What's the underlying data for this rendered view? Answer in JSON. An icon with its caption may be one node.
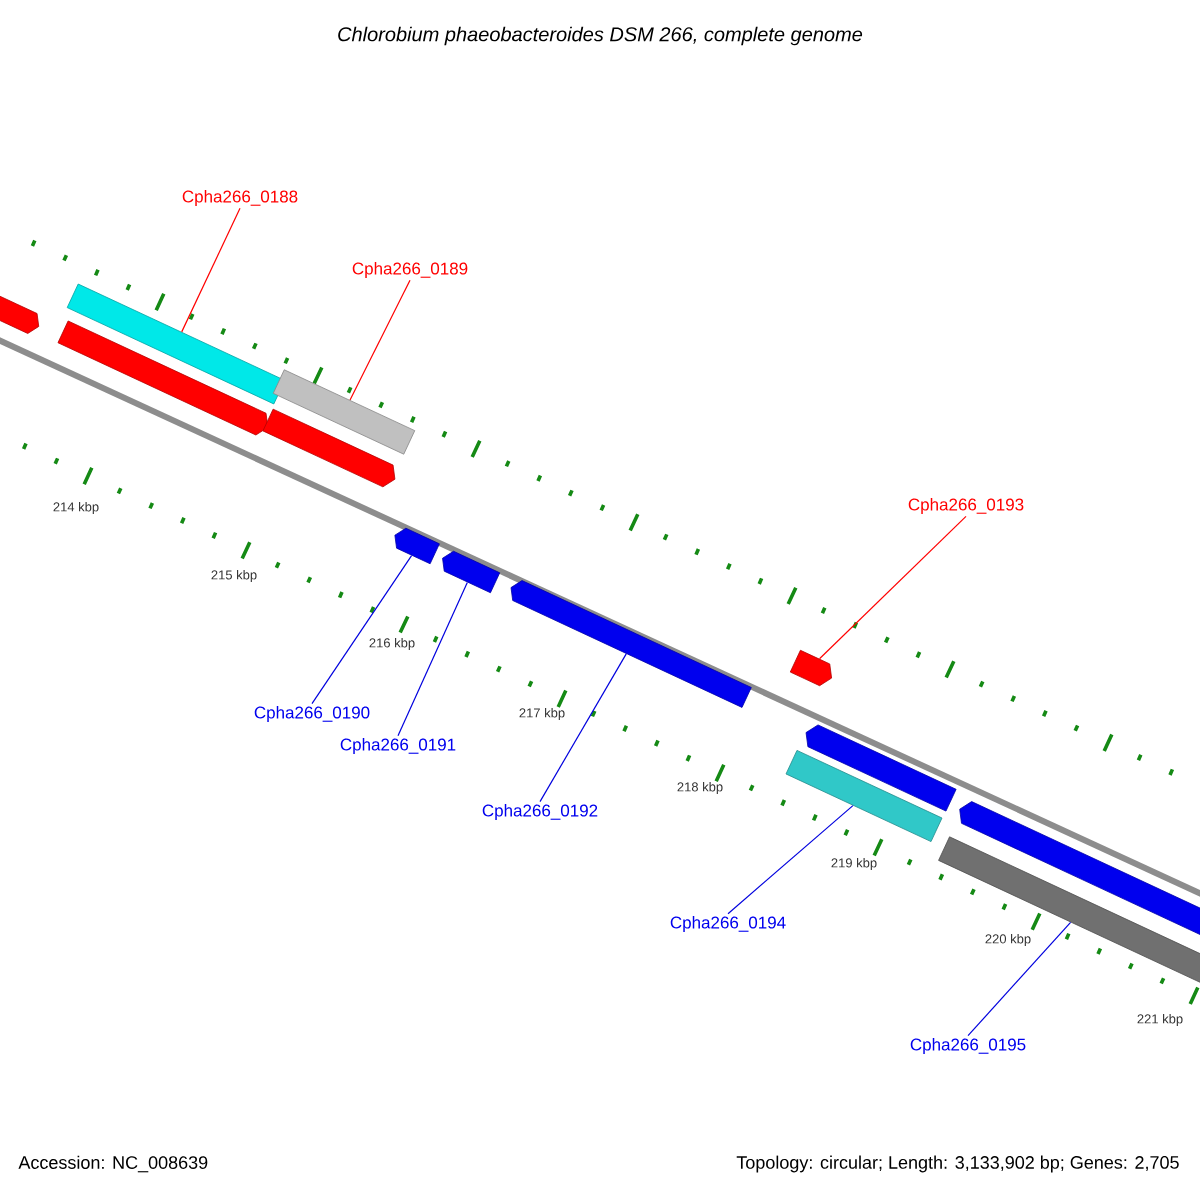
{
  "diagram": {
    "title": "Chlorobium phaeobacteroides DSM 266, complete genome",
    "nodes": [
      {
        "text": [],
        "shape": "pentagon"
      },
      {
        "text": [],
        "shape": "bar"
      },
      {
        "text": [],
        "shape": "pentagon"
      },
      {
        "text": [],
        "shape": "bar"
      },
      {
        "text": [],
        "shape": "pentagon"
      },
      {
        "text": [],
        "shape": "pentagon"
      },
      {
        "text": [],
        "shape": "pentagon"
      },
      {
        "text": [],
        "shape": "pentagon"
      },
      {
        "text": [],
        "shape": "pentagon"
      },
      {
        "text": [],
        "shape": "pentagon"
      },
      {
        "text": [],
        "shape": "bar"
      },
      {
        "text": [],
        "shape": "pentagon"
      },
      {
        "text": [],
        "shape": "bar"
      },
      {
        "text": [
          "Cpha266_0188"
        ]
      },
      {
        "text": [
          "Cpha266_0189"
        ]
      },
      {
        "text": [
          "Cpha266_0193"
        ]
      },
      {
        "text": [
          "Cpha266_0190"
        ]
      },
      {
        "text": [
          "Cpha266_0191"
        ]
      },
      {
        "text": [
          "Cpha266_0192"
        ]
      },
      {
        "text": [
          "Cpha266_0194"
        ]
      },
      {
        "text": [
          "Cpha266_0195"
        ]
      }
    ],
    "edges": [
      {
        "from": 13,
        "to": 1,
        "arrow": "none",
        "color": "#ff0000"
      },
      {
        "from": 14,
        "to": 3,
        "arrow": "none",
        "color": "#ff0000"
      },
      {
        "from": 15,
        "to": 5,
        "arrow": "none",
        "color": "#ff0000"
      },
      {
        "from": 16,
        "to": 6,
        "arrow": "none"
      },
      {
        "from": 17,
        "to": 7,
        "arrow": "none"
      },
      {
        "from": 18,
        "to": 8,
        "arrow": "none"
      },
      {
        "from": 19,
        "to": 10,
        "arrow": "none"
      },
      {
        "from": 20,
        "to": 12,
        "arrow": "none"
      }
    ],
    "labels": [
      "214 kbp",
      "215 kbp",
      "216 kbp",
      "217 kbp",
      "218 kbp",
      "219 kbp",
      "220 kbp",
      "221 kbp",
      "Accession: NC_008639",
      "Topology: circular; Length: 3,133,902 bp; Genes: 2,705"
    ]
  }
}
